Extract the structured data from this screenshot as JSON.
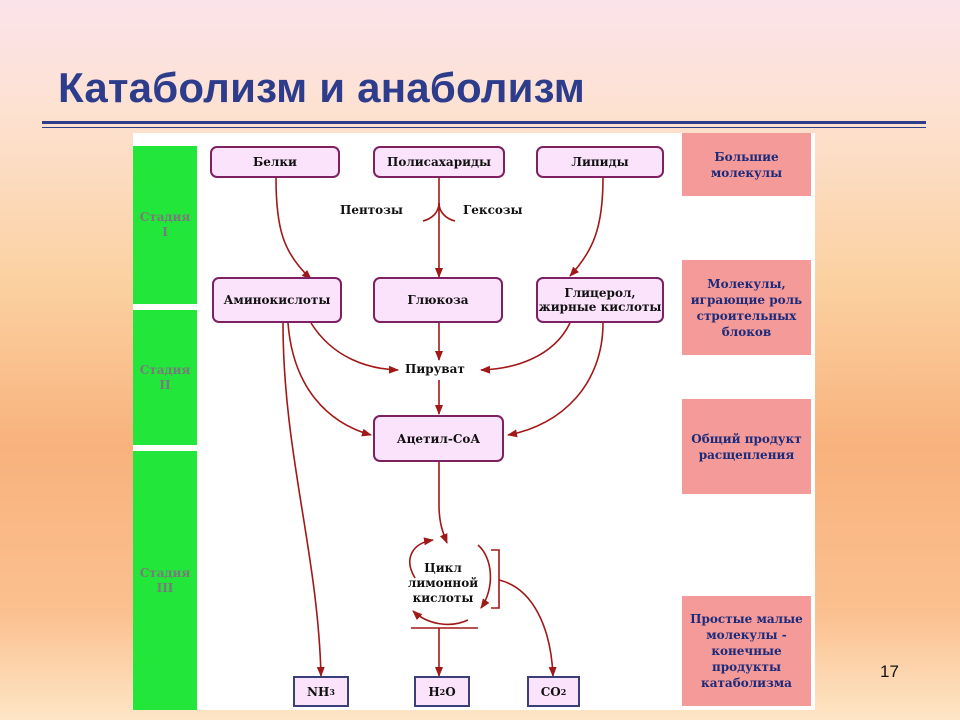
{
  "slide": {
    "title": "Катаболизм и анаболизм",
    "page_number": "17"
  },
  "stages": [
    "Стадия\nI",
    "Стадия\nII",
    "Стадия\nIII"
  ],
  "nodes": {
    "proteins": "Белки",
    "polysaccharides": "Полисахариды",
    "lipids": "Липиды",
    "amino_acids": "Аминокислоты",
    "glucose": "Глюкоза",
    "glycerol": "Глицерол,\nжирные кислоты",
    "pyruvate": "Пируват",
    "acetyl_coa": "Ацетил-СоА",
    "pentoses": "Пентозы",
    "hexoses": "Гексозы",
    "cycle": "Цикл\nлимонной\nкислоты"
  },
  "products": {
    "nh3": {
      "base": "NH",
      "sub": "3"
    },
    "h2o": {
      "base": "H",
      "sub": "2",
      "tail": "O"
    },
    "co2": {
      "base": "CO",
      "sub": "2"
    }
  },
  "descriptions": [
    "Большие\nмолекулы",
    "Молекулы,\nиграющие роль\nстроительных\nблоков",
    "Общий продукт\nрасщепления",
    "Простые малые\nмолекулы -\nконечные\nпродукты\nкатаболизма"
  ],
  "colors": {
    "title": "#2d3d8c",
    "stage": "#22e63a",
    "description_bg": "#f49a98",
    "node_bg": "#fbe3fb",
    "node_border": "#7d2163",
    "arrow": "#a01818"
  }
}
